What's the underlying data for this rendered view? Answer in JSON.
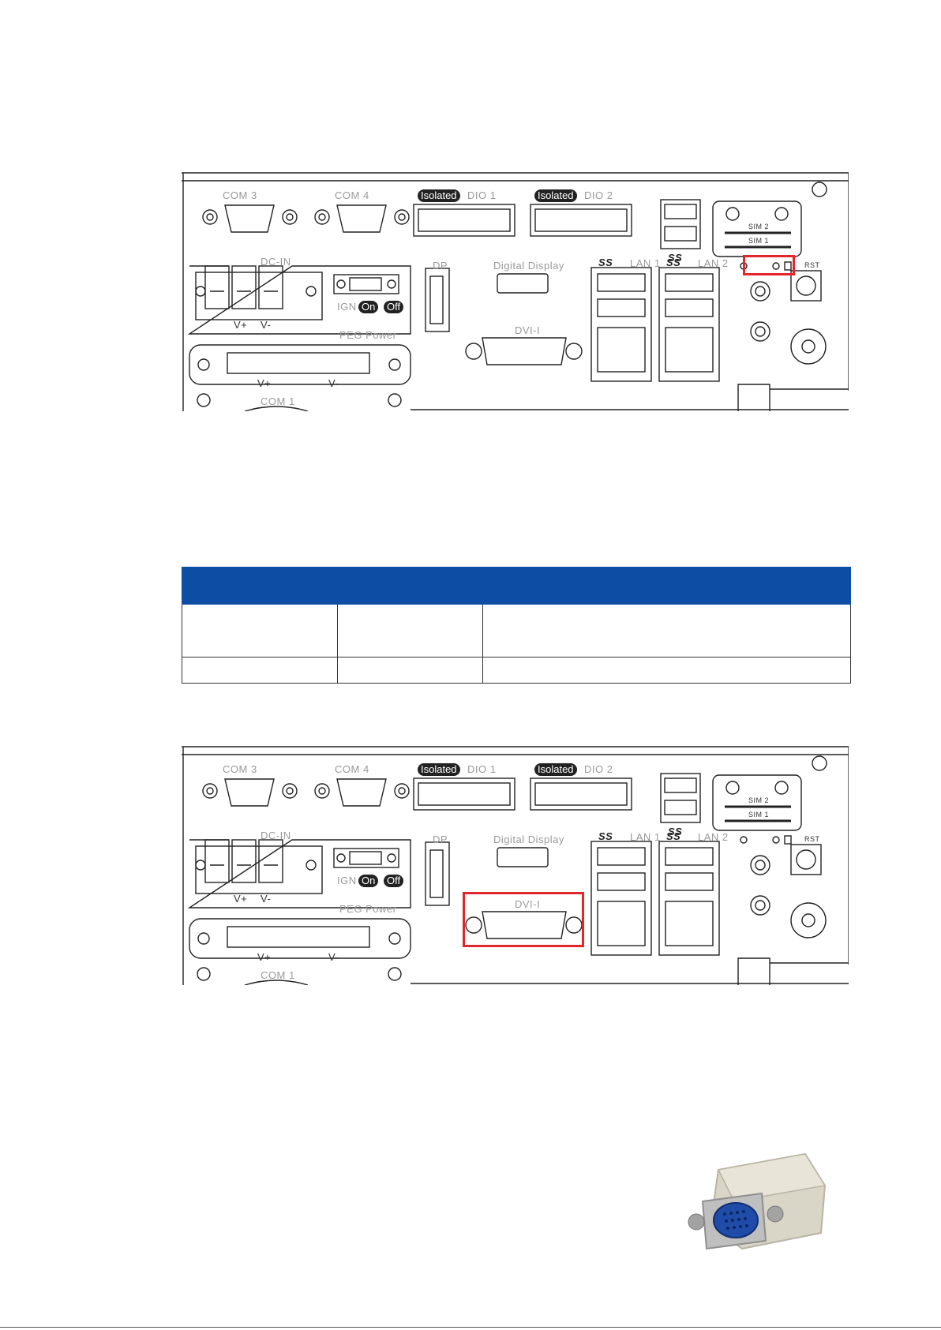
{
  "panel": {
    "labels": {
      "com3": "COM 3",
      "com4": "COM 4",
      "isolated": "Isolated",
      "dio1": "DIO 1",
      "dio2": "DIO 2",
      "sim2": "SIM 2",
      "sim1": "SIM 1",
      "dc_in": "DC-IN",
      "dp": "DP",
      "digital_display": "Digital Display",
      "lan1": "LAN 1",
      "lan2": "LAN 2",
      "rst": "RST",
      "ign": "IGN",
      "on": "On",
      "off": "Off",
      "v_plus": "V+",
      "v_minus": "V-",
      "peg_power": "PEG Power",
      "dvi_i": "DVI-I",
      "com1": "COM 1",
      "ss": "SS"
    }
  },
  "colors": {
    "highlight": "#e2262b",
    "table_header": "#0e4da4"
  },
  "icons": [
    "power-symbol-icon",
    "ground-symbol-icon",
    "lightning-icon",
    "usb-ss-icon",
    "microphone-icon",
    "speaker-icon",
    "hdd-icon"
  ]
}
